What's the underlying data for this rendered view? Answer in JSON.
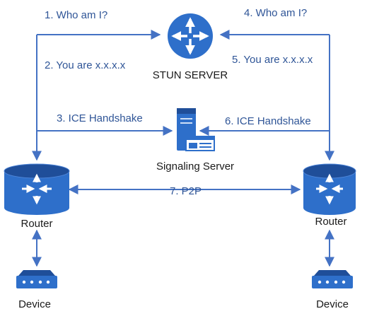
{
  "nodes": {
    "stun_server": {
      "label": "STUN SERVER",
      "icon": "router-icon"
    },
    "signaling_server": {
      "label": "Signaling Server",
      "icon": "server-icon"
    },
    "router_left": {
      "label": "Router",
      "icon": "router-cylinder-icon"
    },
    "router_right": {
      "label": "Router",
      "icon": "router-cylinder-icon"
    },
    "device_left": {
      "label": "Device",
      "icon": "device-icon"
    },
    "device_right": {
      "label": "Device",
      "icon": "device-icon"
    }
  },
  "steps": {
    "s1": "1. Who am I?",
    "s2": "2. You are x.x.x.x",
    "s3": "3. ICE Handshake",
    "s4": "4. Who am I?",
    "s5": "5. You are x.x.x.x",
    "s6": "6. ICE Handshake",
    "s7": "7. P2P"
  },
  "colors": {
    "line": "#4472c4",
    "text": "#2f5597",
    "icon_fill": "#2e6fca",
    "icon_dark": "#1f4e99",
    "label_text": "#1a1a1a"
  }
}
